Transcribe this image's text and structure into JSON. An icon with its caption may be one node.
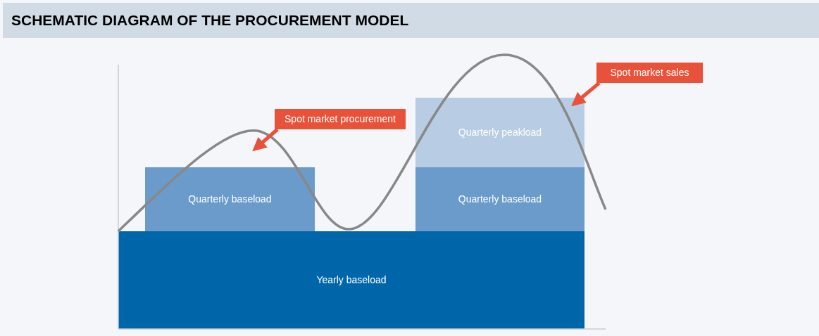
{
  "diagram": {
    "title": "SCHEMATIC DIAGRAM OF THE PROCUREMENT MODEL",
    "nodes": [
      {
        "text": [
          "Spot market procurement"
        ]
      },
      {
        "text": [
          "Spot market sales"
        ]
      },
      {
        "text": [
          "Quarterly baseload"
        ]
      },
      {
        "text": [
          "Quarterly peakload"
        ]
      },
      {
        "text": [
          "Quarterly baseload"
        ]
      },
      {
        "text": [
          "Yearly baseload"
        ]
      }
    ],
    "edges": [
      {
        "from": 0,
        "to": 2,
        "arrow": "to"
      },
      {
        "from": 1,
        "to": 3,
        "arrow": "to"
      }
    ]
  }
}
